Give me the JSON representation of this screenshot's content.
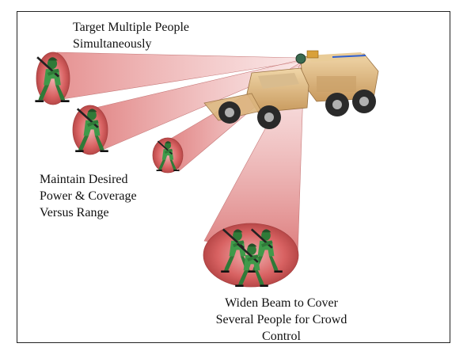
{
  "labels": {
    "target": {
      "line1": "Target Multiple People",
      "line2": "Simultaneously"
    },
    "maintain": {
      "line1": "Maintain Desired",
      "line2": "Power & Coverage",
      "line3": "Versus Range"
    },
    "widen": {
      "line1": "Widen Beam to Cover",
      "line2": "Several People for Crowd",
      "line3": "Control"
    }
  },
  "icons": {
    "vehicle": "armored-truck-icon",
    "emitter": "beam-emitter-icon",
    "soldier": "soldier-icon"
  },
  "colors": {
    "beam": "#e8a0a0",
    "beam_edge": "#c77a7a",
    "target_spot": "#d65a5a",
    "soldier": "#3f9a4a",
    "vehicle": "#d8b27a",
    "text": "#111111",
    "frame": "#222222"
  }
}
